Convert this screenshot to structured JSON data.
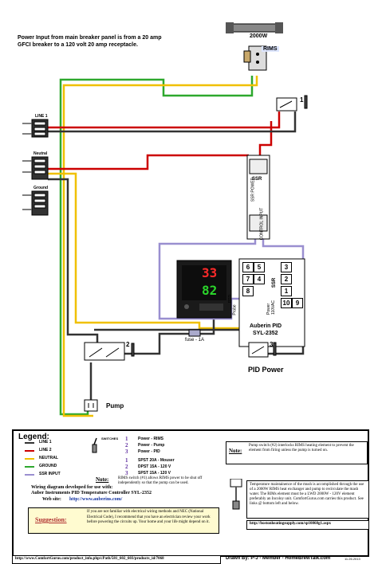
{
  "header_note": {
    "line1": "Power Input from main breaker panel is from a 20 amp",
    "line2": "GFCI breaker to a 120 volt 20 amp receptacle."
  },
  "heater": {
    "wattage": "2000W",
    "label": "RIMS"
  },
  "terminals": {
    "line1": "LINE 1",
    "neutral": "Neutral",
    "ground": "Ground"
  },
  "ssr": {
    "label": "SSR",
    "text1": "SSR POWER",
    "text2": "CONTROL INPUT"
  },
  "pid": {
    "brand": "Auberin PID",
    "model": "SYL-2352",
    "display_pv": "33",
    "display_sv": "82",
    "terminal_numbers": [
      "6",
      "7",
      "8",
      "5",
      "4",
      "3",
      "2",
      "1",
      "10",
      "9"
    ],
    "ssr_label": "SSR",
    "power_label": "Power\n110VAC",
    "rtd_label": "RTD",
    "probe_label": "Probe"
  },
  "fuse": {
    "label": "fuse - 1A"
  },
  "switches": {
    "s1": "1",
    "s2": "2",
    "s3": "3"
  },
  "labels": {
    "pid_power": "PID Power",
    "pump": "Pump"
  },
  "legend": {
    "title": "Legend:",
    "wires": [
      {
        "name": "LINE 1",
        "color": "#333333"
      },
      {
        "name": "LINE 2",
        "color": "#cc0000"
      },
      {
        "name": "NEUTRAL",
        "color": "#f0c000"
      },
      {
        "name": "GROUND",
        "color": "#2ea82e"
      },
      {
        "name": "SSR INPUT",
        "color": "#9a8fd0"
      }
    ],
    "switches_header": "SWITCHES",
    "switch_list": [
      {
        "n": "1",
        "desc": "Power - RIMS"
      },
      {
        "n": "2",
        "desc": "Power - Pump"
      },
      {
        "n": "3",
        "desc": "Power - PID"
      }
    ],
    "switch_specs": [
      {
        "n": "1",
        "desc": "SPST 20A - Mouser"
      },
      {
        "n": "2",
        "desc": "DPST 15A - 120 V"
      },
      {
        "n": "3",
        "desc": "SPST 15A - 120 V"
      }
    ],
    "note_label": "Note:",
    "note_switch": "RIMS switch (#1) allows RIMS power to be shut off independently so that the pump can be used.",
    "note_pump": "Pump switch (#2) interlocks RIMS heating element to prevent the element from firing unless the pump is turned on.",
    "developed_line1": "Wiring diagram developed for use with:",
    "developed_line2": "Auber Instruments PID Temperature Controller SYL-2352",
    "website_label": "Web site:",
    "website_url": "http://www.auberins.com/",
    "suggestion_label": "Suggestion:",
    "suggestion_text": "If you are not familiar with electrical wiring methods and NEC (National Electrical Code), I recommend that you have an electrician review your work before powering the circuits up. Your home and your life might depend on it.",
    "temp_note": "Temperature maintainence of the mush is accomplished through the use of a 2000W RIMS heat exchanger and pump to recirculate the mash water. The RIMs element must be a LWD 2000W - 120V element preferably an Incoloy unit. ComfortGurus.com carries this product. See links @ bottom left and below.",
    "bottom_right_url": "http://bostonheatingsupply.com/sp10868g1.aspx",
    "bottom_left_url": "http://www.ComfortGurus.com/product_info.php/cPath/581_602_603/products_id/7068",
    "drawn_by": "Drawn By: P-J - Member - HomeBrewTalk.com",
    "date": "11.26.2013"
  }
}
